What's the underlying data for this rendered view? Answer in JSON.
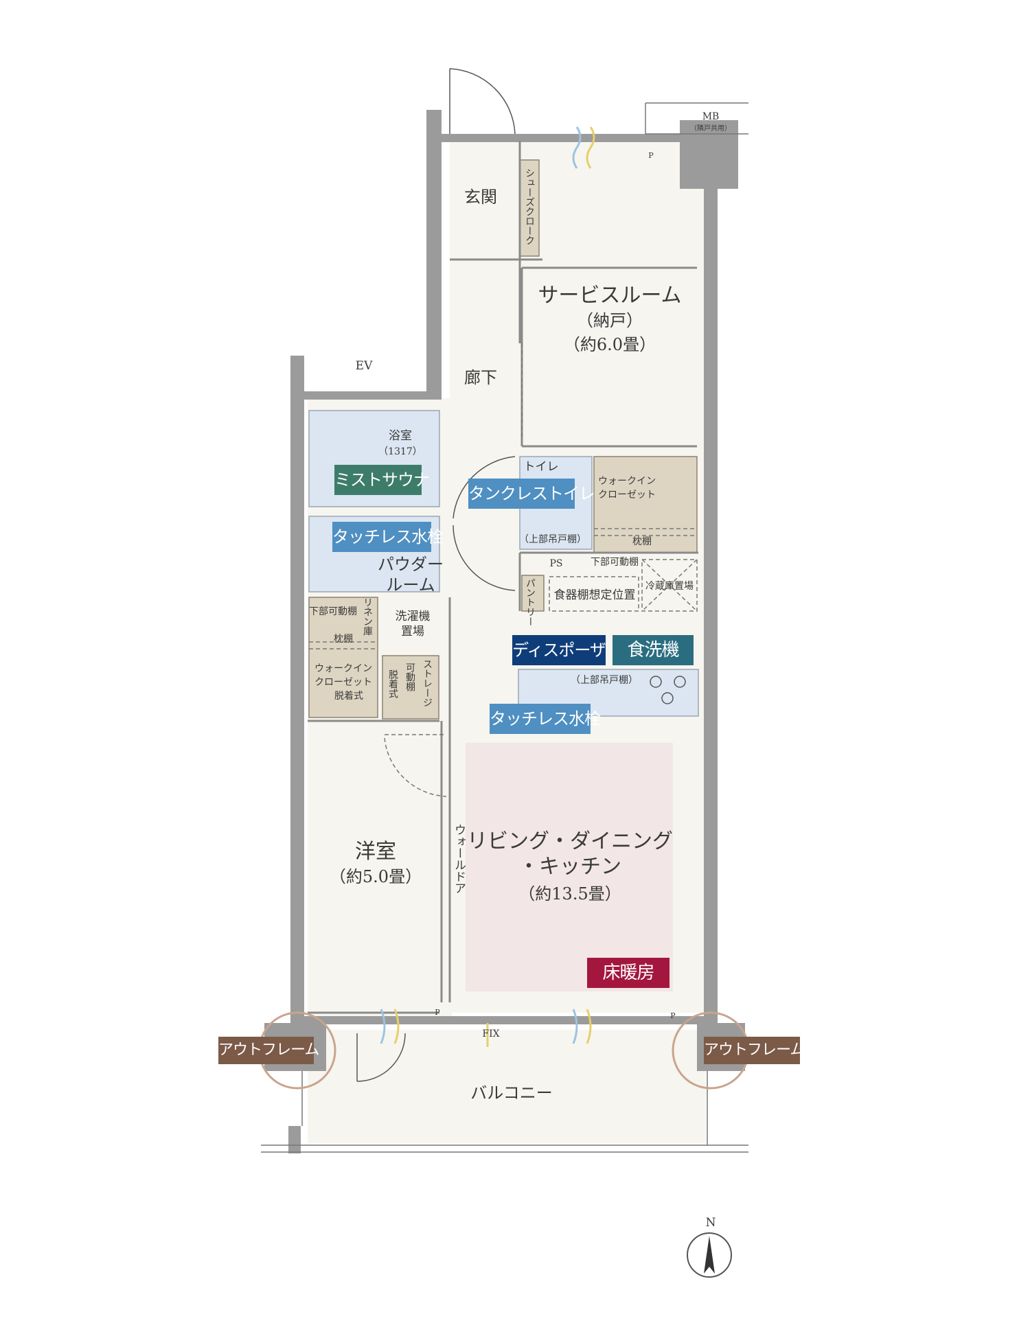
{
  "colors": {
    "wall": "#9b9b9b",
    "floor": "#f6f5ef",
    "wet_area": "#dbe6f2",
    "storage": "#ddd5c2",
    "ldk_highlight": "#f3e6e6",
    "tag_blue": "#4f8fc2",
    "tag_navy": "#0f3d7a",
    "tag_teal": "#2b6d80",
    "tag_green": "#3e7c6a",
    "tag_crimson": "#a3173f",
    "tag_brown": "#7c5a48",
    "outframe_ring": "#c9a48c"
  },
  "rooms": {
    "genkan": "玄関",
    "shoes_cloak": "シューズクローク",
    "service_room": {
      "name": "サービスルーム",
      "sub": "（納戸）",
      "size": "（約6.0畳）"
    },
    "corridor": "廊下",
    "bath": {
      "name": "浴室",
      "size": "（1317）"
    },
    "toilet": "トイレ",
    "toilet_cabinet": "（上部吊戸棚）",
    "wic_top": {
      "line1": "ウォークイン",
      "line2": "クローゼット"
    },
    "pillow_shelf_top": "枕棚",
    "lower_shelf_top": "下部可動棚",
    "ps": "PS",
    "pantry": "パントリー",
    "dish_shelf": "食器棚想定位置",
    "fridge": "冷蔵庫置場",
    "powder_room": {
      "line1": "パウダー",
      "line2": "ルーム"
    },
    "linen": "リネン庫",
    "washer": {
      "line1": "洗濯機",
      "line2": "置場"
    },
    "lower_shelf_left": "下部可動棚",
    "pillow_shelf_left": "枕棚",
    "wic_left": {
      "line1": "ウォークイン",
      "line2": "クローゼット",
      "line3": "脱着式"
    },
    "storage": {
      "col1": "ストレージ",
      "col2": "可動棚",
      "col3": "脱着式"
    },
    "kitchen_cabinet": "（上部吊戸棚）",
    "western_room": {
      "name": "洋室",
      "size": "（約5.0畳）"
    },
    "wall_door": "ウォールドア",
    "ldk": {
      "line1": "リビング・ダイニング",
      "line2": "・キッチン",
      "size": "（約13.5畳）"
    },
    "balcony": "バルコニー",
    "ev": "EV",
    "mb": "MB",
    "mb_sub": "（隣戸共用）",
    "fix": "FIX",
    "p_mark": "P",
    "north": "N"
  },
  "tags": {
    "mist_sauna": "ミストサウナ",
    "touchless_faucet_powder": "タッチレス水栓",
    "tankless_toilet": "タンクレストイレ",
    "disposer": "ディスポーザ",
    "dishwasher": "食洗機",
    "touchless_faucet_kitchen": "タッチレス水栓",
    "floor_heating": "床暖房",
    "outframe_left": "アウトフレーム",
    "outframe_right": "アウトフレーム"
  }
}
